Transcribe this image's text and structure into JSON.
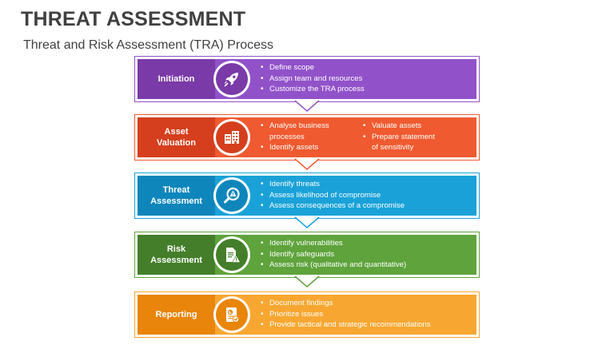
{
  "header": {
    "title": "THREAT ASSESSMENT",
    "subtitle": "Threat and Risk Assessment (TRA) Process"
  },
  "steps": [
    {
      "label": "Initiation",
      "icon": "rocket-icon",
      "color": "#9152C9",
      "dark": "#7A3AA8",
      "bullets": [
        "Define scope",
        "Assign team and resources",
        "Customize the TRA process"
      ],
      "bullets_right": []
    },
    {
      "label": "Asset\nValuation",
      "icon": "buildings-icon",
      "color": "#F05A30",
      "dark": "#D53F1D",
      "bullets": [
        "Analyse business\nprocesses",
        "Identify assets"
      ],
      "bullets_right": [
        "Valuate assets",
        "Prepare statement\nof sensitivity"
      ]
    },
    {
      "label": "Threat\nAssessment",
      "icon": "magnifier-warning-icon",
      "color": "#1AA2D8",
      "dark": "#0E86BB",
      "bullets": [
        "Identify threats",
        "Assess likelihood of compromise",
        "Assess consequences of a compromise"
      ],
      "bullets_right": []
    },
    {
      "label": "Risk\nAssessment",
      "icon": "document-warning-icon",
      "color": "#5FA33C",
      "dark": "#447E2A",
      "bullets": [
        "Identify vulnerabilities",
        "Identify safeguards",
        "Assess risk (qualitative and quantitative)"
      ],
      "bullets_right": []
    },
    {
      "label": "Reporting",
      "icon": "report-checkmark-icon",
      "color": "#F7A731",
      "dark": "#E8850A",
      "bullets": [
        "Document findings",
        "Prioritize issues",
        "Provide tactical and strategic recommendations"
      ],
      "bullets_right": []
    }
  ]
}
